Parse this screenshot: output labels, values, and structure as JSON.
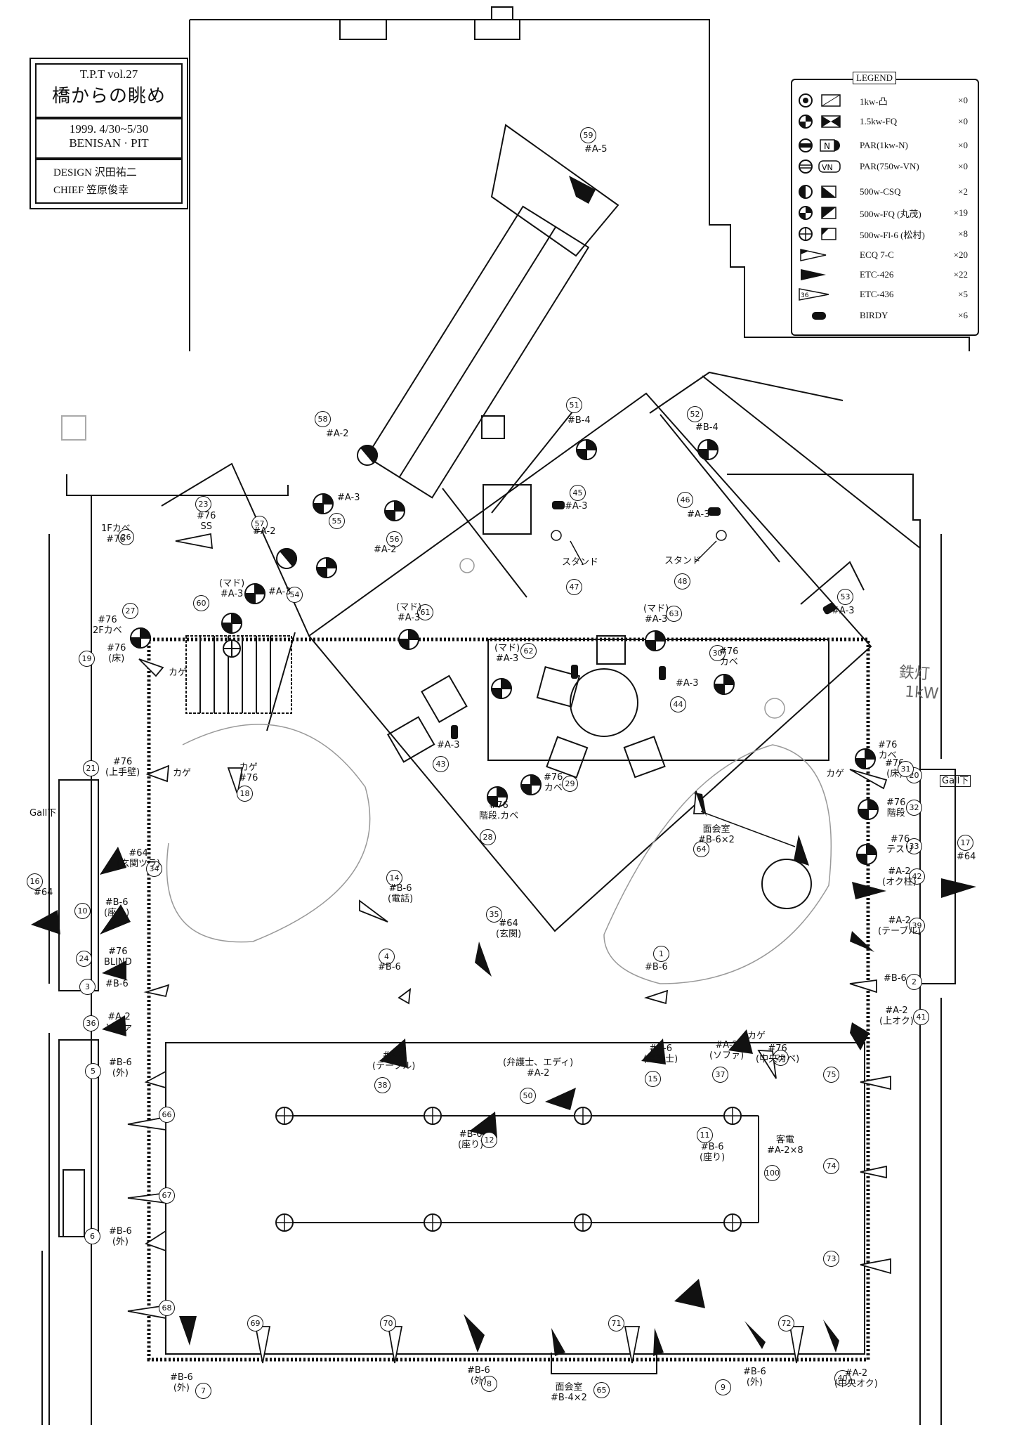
{
  "title_block": {
    "series": "T.P.T  vol.27",
    "title": "橋からの眺め",
    "dates": "1999. 4/30~5/30",
    "venue": "BENISAN · PIT",
    "design": "DESIGN  沢田祐二",
    "chief": "CHIEF   笠原俊幸"
  },
  "legend": {
    "title": "LEGEND",
    "items": [
      {
        "label": "1kw-凸",
        "count": "×0",
        "icon": "spot-1kw-icon"
      },
      {
        "label": "1.5kw-FQ",
        "count": "×0",
        "icon": "fq-1500w-icon"
      },
      {
        "label": "PAR(1kw-N)",
        "count": "×0",
        "icon": "par-narrow-icon"
      },
      {
        "label": "PAR(750w-VN)",
        "count": "×0",
        "icon": "par-very-narrow-icon"
      },
      {
        "label": "500w-CSQ",
        "count": "×2",
        "icon": "csq-500w-icon"
      },
      {
        "label": "500w-FQ  (丸茂)",
        "count": "×19",
        "icon": "fq-500w-icon"
      },
      {
        "label": "500w-Fl-6  (松村)",
        "count": "×8",
        "icon": "fresnel-500w-icon"
      },
      {
        "label": "ECQ 7-C",
        "count": "×20",
        "icon": "ecq-7c-icon"
      },
      {
        "label": "ETC-426",
        "count": "×22",
        "icon": "etc-426-icon"
      },
      {
        "label": "ETC-436",
        "count": "×5",
        "icon": "etc-436-icon"
      },
      {
        "label": "BIRDY",
        "count": "×6",
        "icon": "birdy-icon"
      }
    ]
  },
  "handwritten_note": {
    "line1": "鉄灯",
    "line2": "1kW"
  },
  "fixtures": [
    {
      "n": "1",
      "text": "#B-6"
    },
    {
      "n": "2",
      "text": "#B-6"
    },
    {
      "n": "3",
      "text": "#B-6"
    },
    {
      "n": "4",
      "text": "#B-6"
    },
    {
      "n": "5",
      "text": "#B-6\n(外)"
    },
    {
      "n": "6",
      "text": "#B-6\n(外)"
    },
    {
      "n": "7",
      "text": "#B-6\n(外)"
    },
    {
      "n": "8",
      "text": "#B-6\n(外)"
    },
    {
      "n": "9",
      "text": "#B-6\n(外)"
    },
    {
      "n": "10",
      "text": "#B-6\n(座り)"
    },
    {
      "n": "11",
      "text": "#B-6\n(座り)"
    },
    {
      "n": "12",
      "text": "#B-6\n(座り)"
    },
    {
      "n": "14",
      "text": "#B-6\n(電話)"
    },
    {
      "n": "15",
      "text": "#B-6\n(弁護士)"
    },
    {
      "n": "16",
      "text": "#64"
    },
    {
      "n": "17",
      "text": "#64"
    },
    {
      "n": "18",
      "text": "カゲ\n#76"
    },
    {
      "n": "19",
      "text": "#76\n(床)"
    },
    {
      "n": "20",
      "text": "#76\n(床)"
    },
    {
      "n": "21",
      "text": "#76\n(上手壁)"
    },
    {
      "n": "22",
      "text": "#76\n(中央カベ)"
    },
    {
      "n": "23",
      "text": "#76\nSS"
    },
    {
      "n": "24",
      "text": "#76\nBLIND"
    },
    {
      "n": "26",
      "text": "1Fカベ\n#76"
    },
    {
      "n": "27",
      "text": "#76\n2Fカベ"
    },
    {
      "n": "28",
      "text": "#76\n階段.カベ"
    },
    {
      "n": "29",
      "text": "#76\nカベ"
    },
    {
      "n": "30",
      "text": "#76\nカベ"
    },
    {
      "n": "31",
      "text": "#76\nカベ"
    },
    {
      "n": "32",
      "text": "#76\n階段"
    },
    {
      "n": "33",
      "text": "#76\nテスリ"
    },
    {
      "n": "34",
      "text": "#64\n(玄関ツラ)"
    },
    {
      "n": "35",
      "text": "#64\n(玄関)"
    },
    {
      "n": "36",
      "text": "#A-2\nソファ"
    },
    {
      "n": "37",
      "text": "#A-2\n(ソファ)"
    },
    {
      "n": "38",
      "text": "#A-2\n(テーブル)"
    },
    {
      "n": "39",
      "text": "#A-2\n(テーブル)"
    },
    {
      "n": "40",
      "text": "#A-2\n(中央オク)"
    },
    {
      "n": "41",
      "text": "#A-2\n(上オク)"
    },
    {
      "n": "42",
      "text": "#A-2\n(オク柱)"
    },
    {
      "n": "43",
      "text": "#A-3"
    },
    {
      "n": "44",
      "text": "#A-3"
    },
    {
      "n": "45",
      "text": "#A-3"
    },
    {
      "n": "46",
      "text": "#A-3"
    },
    {
      "n": "47",
      "text": "スタンド"
    },
    {
      "n": "48",
      "text": "スタンド"
    },
    {
      "n": "50",
      "text": "(弁護士、エディ)\n#A-2"
    },
    {
      "n": "51",
      "text": "#B-4"
    },
    {
      "n": "52",
      "text": "#B-4"
    },
    {
      "n": "53",
      "text": "#A-3"
    },
    {
      "n": "54",
      "text": "#A-3"
    },
    {
      "n": "55",
      "text": "#A-3"
    },
    {
      "n": "56",
      "text": "#A-2"
    },
    {
      "n": "57",
      "text": "#A-2"
    },
    {
      "n": "58",
      "text": "#A-2"
    },
    {
      "n": "59",
      "text": "#A-5"
    },
    {
      "n": "60",
      "text": "(マド)\n#A-3"
    },
    {
      "n": "61",
      "text": "(マド)\n#A-3"
    },
    {
      "n": "62",
      "text": "(マド)\n#A-3"
    },
    {
      "n": "63",
      "text": "(マド)\n#A-3"
    },
    {
      "n": "64",
      "text": "面会室\n#B-6×2"
    },
    {
      "n": "65",
      "text": "面会室\n#B-4×2"
    },
    {
      "n": "66",
      "text": ""
    },
    {
      "n": "67",
      "text": ""
    },
    {
      "n": "68",
      "text": ""
    },
    {
      "n": "69",
      "text": ""
    },
    {
      "n": "70",
      "text": ""
    },
    {
      "n": "71",
      "text": ""
    },
    {
      "n": "72",
      "text": ""
    },
    {
      "n": "73",
      "text": ""
    },
    {
      "n": "74",
      "text": ""
    },
    {
      "n": "75",
      "text": ""
    },
    {
      "n": "100",
      "text": "客電\n#A-2×8"
    }
  ],
  "annotations": {
    "gall_left": "Gall下",
    "gall_right": "Gall下",
    "kage_1": "カゲ",
    "kage_2": "カゲ",
    "kage_3": "カゲ",
    "kage_4": "カゲ",
    "stand_1": "スタンド",
    "stand_2": "スタンド"
  }
}
